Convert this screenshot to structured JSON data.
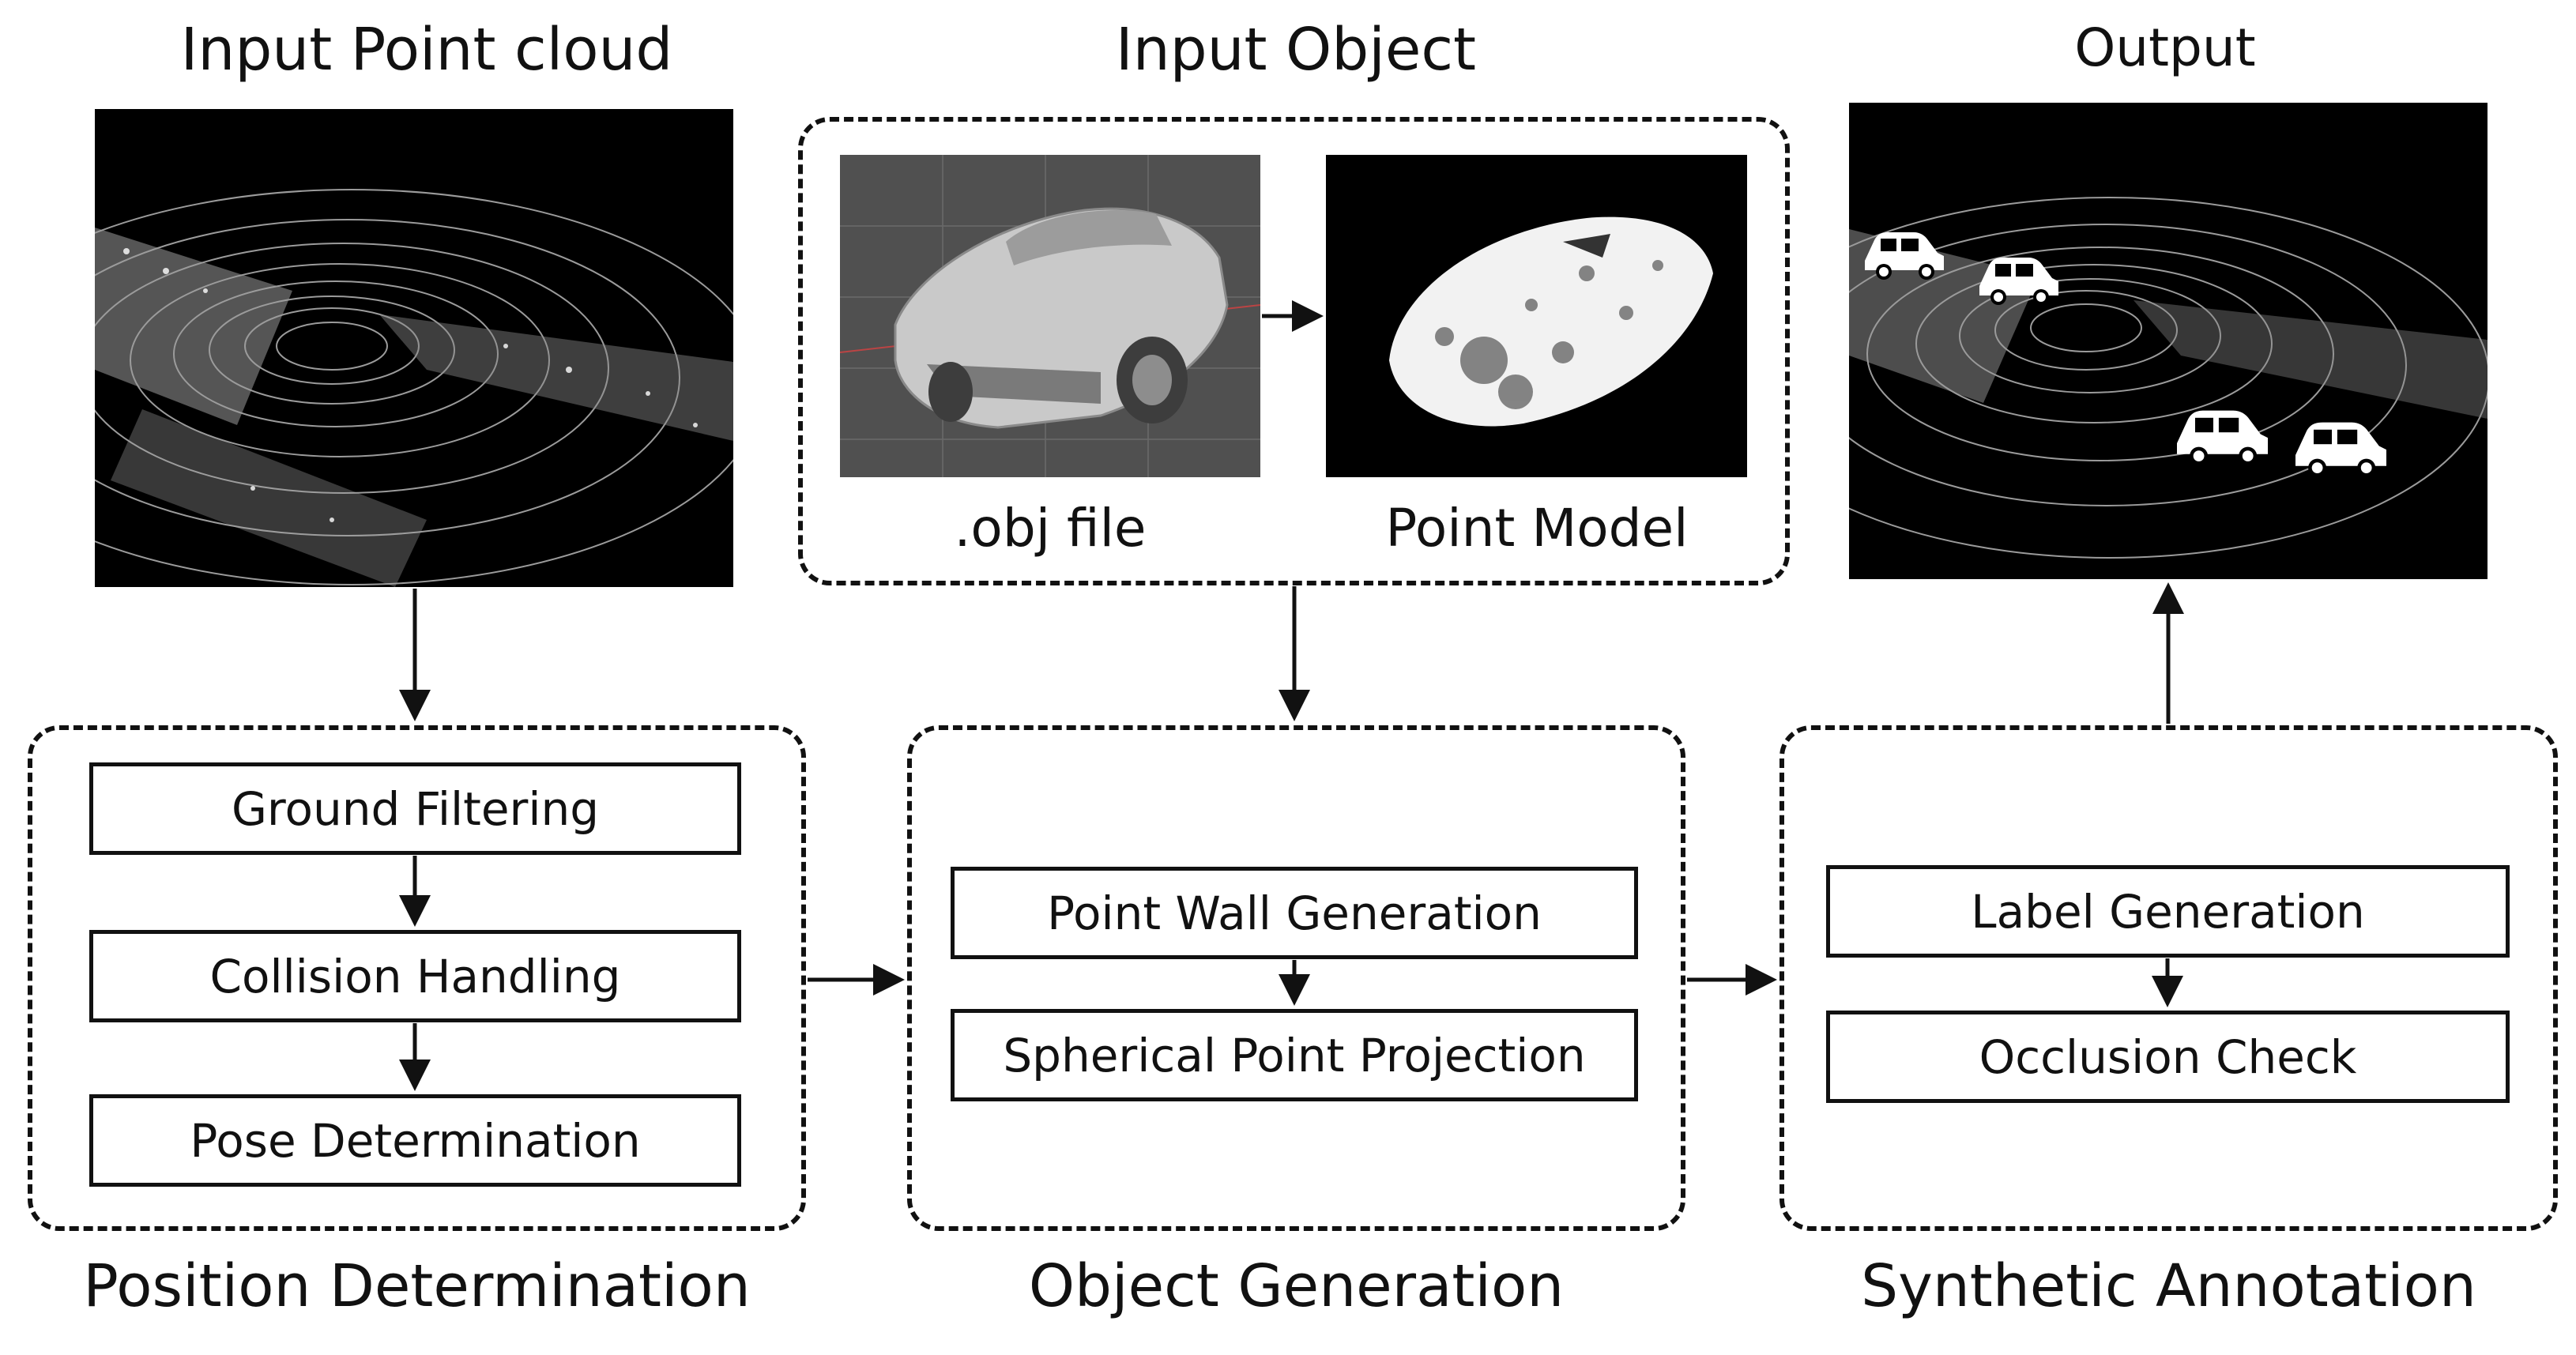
{
  "input_point_cloud": {
    "title": "Input Point cloud"
  },
  "input_object": {
    "title": "Input Object",
    "obj_caption": ".obj file",
    "point_model_caption": "Point Model"
  },
  "output": {
    "title": "Output"
  },
  "position_determination": {
    "label": "Position Determination",
    "steps": [
      "Ground Filtering",
      "Collision Handling",
      "Pose Determination"
    ]
  },
  "object_generation": {
    "label": "Object Generation",
    "steps": [
      "Point Wall Generation",
      "Spherical Point Projection"
    ]
  },
  "synthetic_annotation": {
    "label": "Synthetic Annotation",
    "steps": [
      "Label Generation",
      "Occlusion Check"
    ]
  },
  "colors": {
    "stroke": "#111111",
    "panel_bg": "#000000",
    "render_bg": "#505050"
  },
  "icons": [
    "lidar-point-cloud-image",
    "car-3d-model-image",
    "car-point-model-image",
    "car-icon"
  ]
}
